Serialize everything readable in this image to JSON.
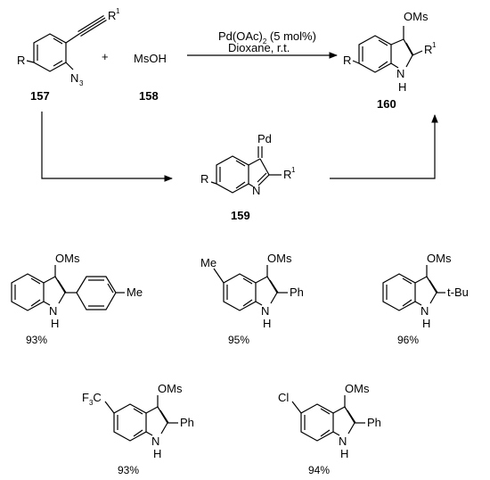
{
  "reaction": {
    "reagent_text": "MsOH",
    "plus": "+",
    "cat_main": "Pd(OAc)",
    "cat_sub": "2",
    "cat_tail": " (5 mol%)",
    "conditions": "Dioxane, r.t."
  },
  "compounds": {
    "c157": "157",
    "c158": "158",
    "c159": "159",
    "c160": "160"
  },
  "atoms": {
    "R": "R",
    "R1": "R",
    "one": "1",
    "N3": "N",
    "three": "3",
    "N": "N",
    "H": "H",
    "Pd": "Pd",
    "OMs": "OMs",
    "Me": "Me",
    "Ph": "Ph",
    "tBu": "t-Bu",
    "F3C": "F",
    "three_sub": "3",
    "C": "C",
    "Cl": "Cl"
  },
  "yields": [
    "93%",
    "95%",
    "96%",
    "93%",
    "94%"
  ]
}
